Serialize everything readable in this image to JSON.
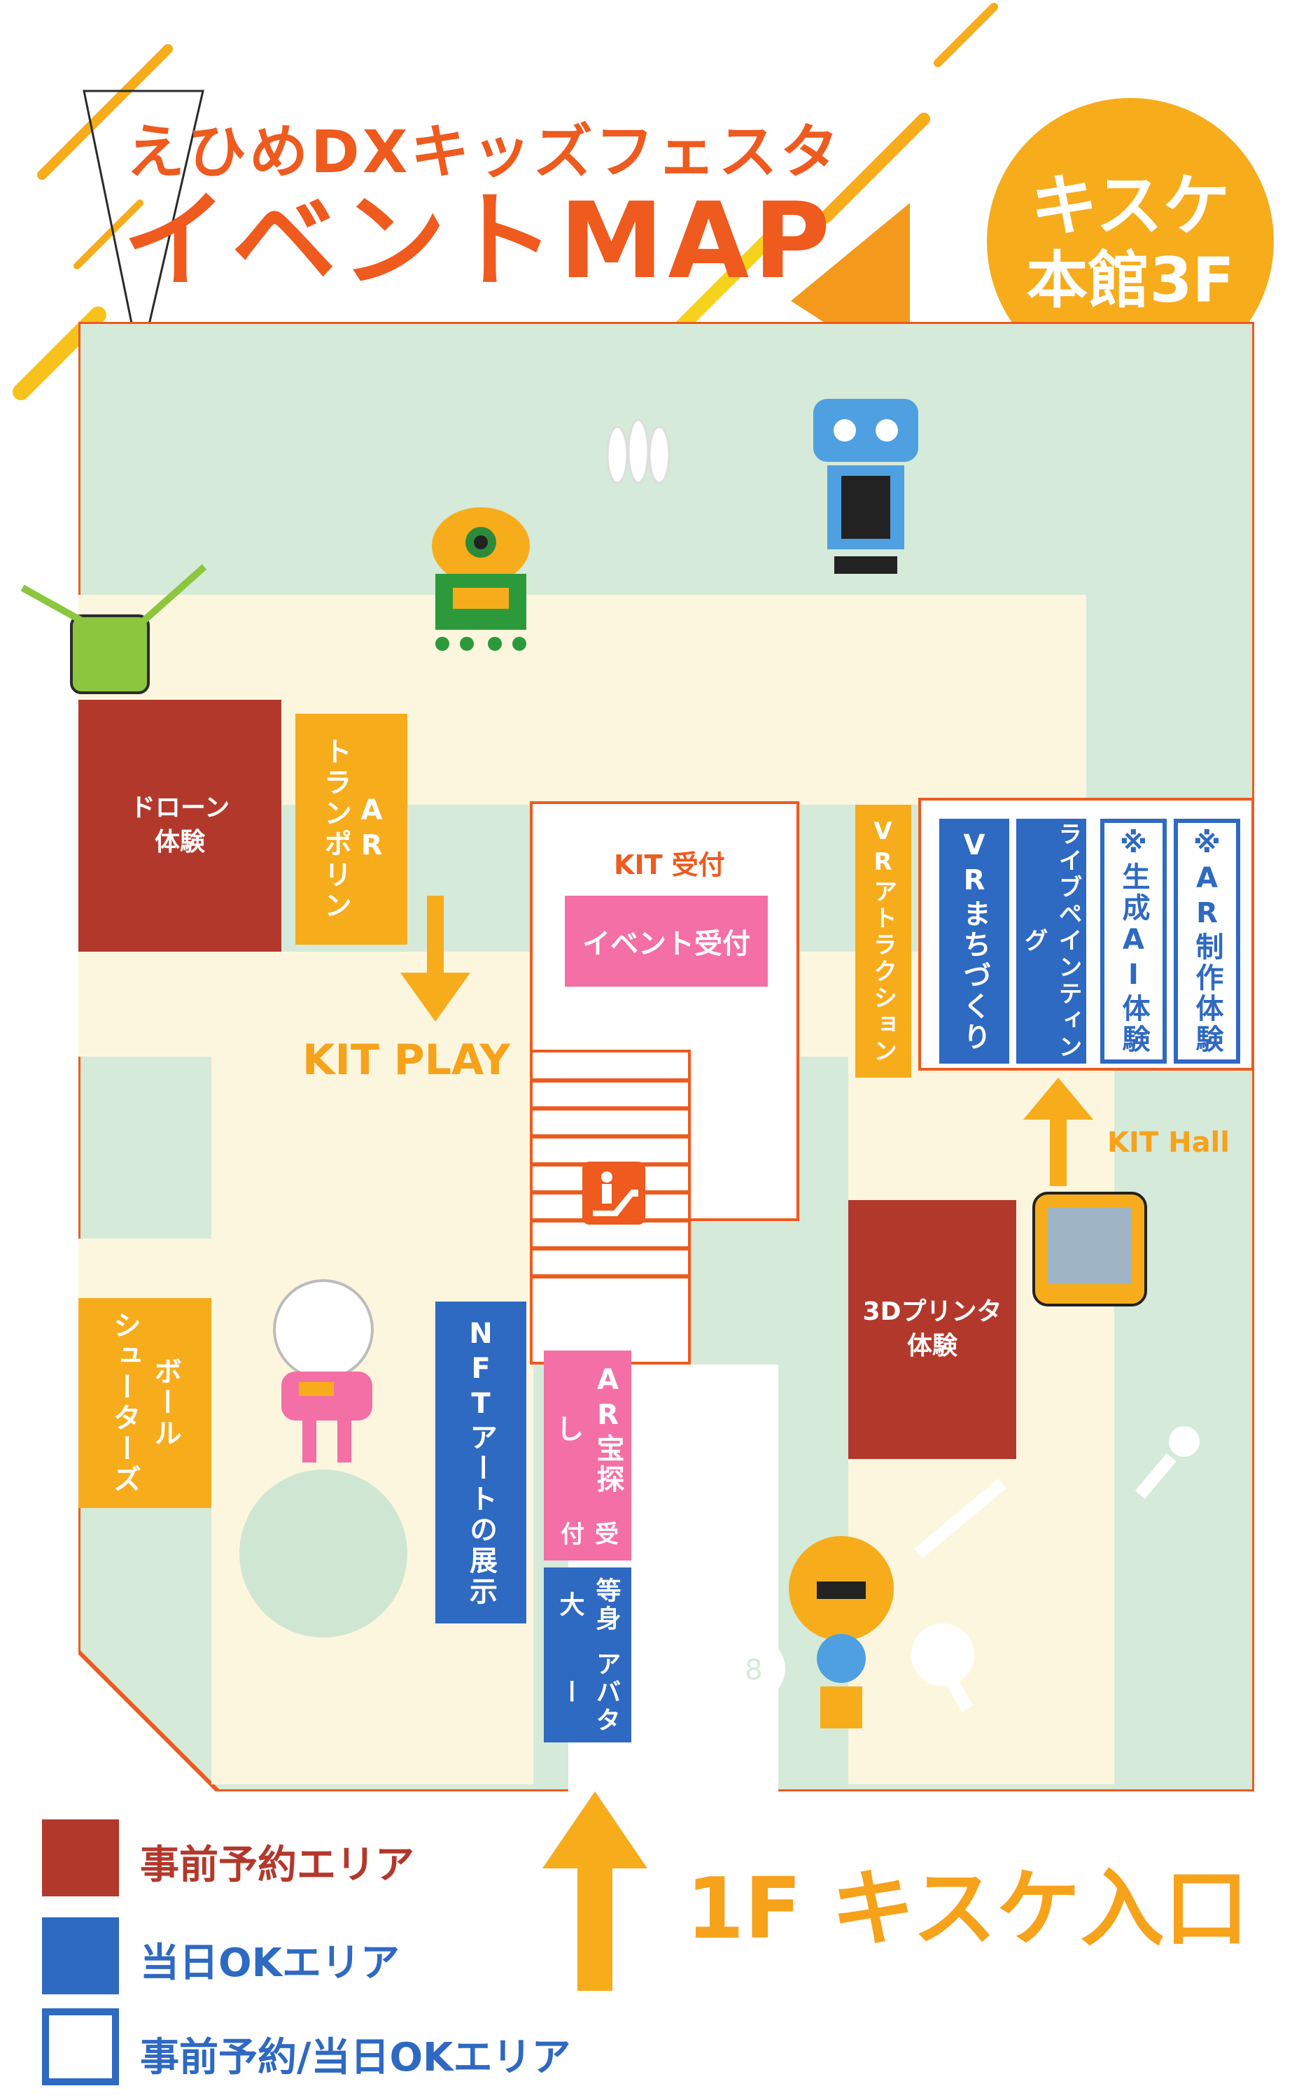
{
  "header": {
    "title_line1": "えひめDXキッズフェスタ",
    "title_line2": "イベントMAP",
    "badge_line1": "キスケ",
    "badge_line2": "本館3F"
  },
  "areas": {
    "drone": "ドローン\n体験",
    "ar_trampoline": "AR\nトランポリン",
    "kit_reception": "KIT 受付",
    "event_reception": "イベント受付",
    "vr_attraction": "VRアトラクション",
    "vr_machizukuri": "VRまちづくり",
    "live_painting": "ライブペインティング",
    "gen_ai": "※生成AI体験",
    "ar_making": "※AR制作体験",
    "printer_3d": "3Dプリンタ\n体験",
    "ball_shooters": "ボール\nシューターズ",
    "nft_art": "NFTアートの展示",
    "ar_treasure_main": "AR宝探し",
    "ar_treasure_sub": "受付",
    "avatar_main": "等身大",
    "avatar_sub": "アバター"
  },
  "labels": {
    "kit_play": "KIT PLAY",
    "kit_hall": "KIT Hall",
    "entrance": "1F キスケ入口"
  },
  "legend": [
    {
      "label": "事前予約エリア",
      "color": "#b3382c"
    },
    {
      "label": "当日OKエリア",
      "color": "#2e69c2"
    },
    {
      "label": "事前予約/当日OKエリア",
      "color": "#ffffff"
    }
  ],
  "colors": {
    "reserved": "#b3382c",
    "same_day": "#2e69c2",
    "accent_orange": "#f7ac1c",
    "wall": "#ef5a1e",
    "floor_green": "#d5ead9",
    "floor_cream": "#fdf6de"
  }
}
